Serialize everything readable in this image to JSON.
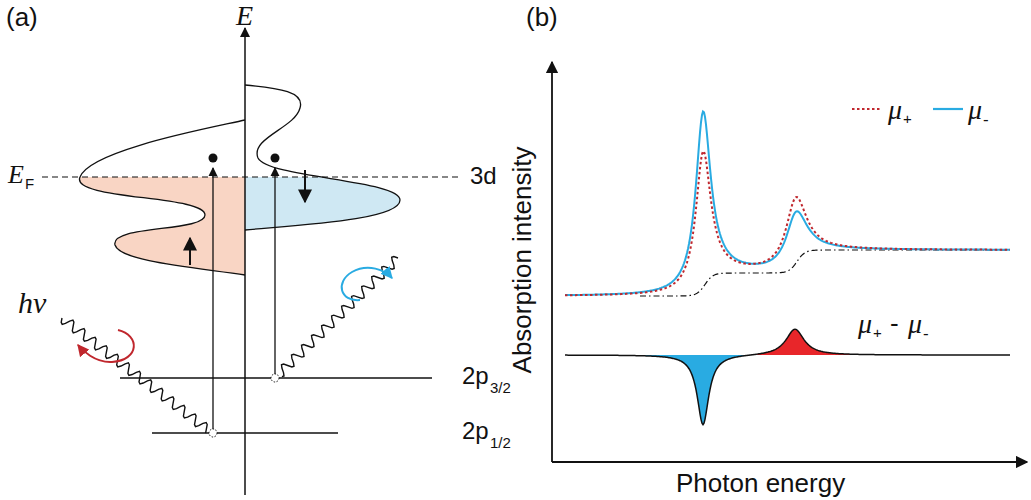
{
  "diagram": {
    "labels": [
      "(a)",
      "E",
      "E",
      "F",
      "3d",
      "hν",
      "2p",
      "3/2",
      "2p",
      "1/2",
      "(b)",
      "Absorption intensity",
      "μ",
      "+",
      "μ",
      "-",
      "μ",
      "+",
      "-",
      "μ",
      "-",
      "Photon energy"
    ]
  }
}
